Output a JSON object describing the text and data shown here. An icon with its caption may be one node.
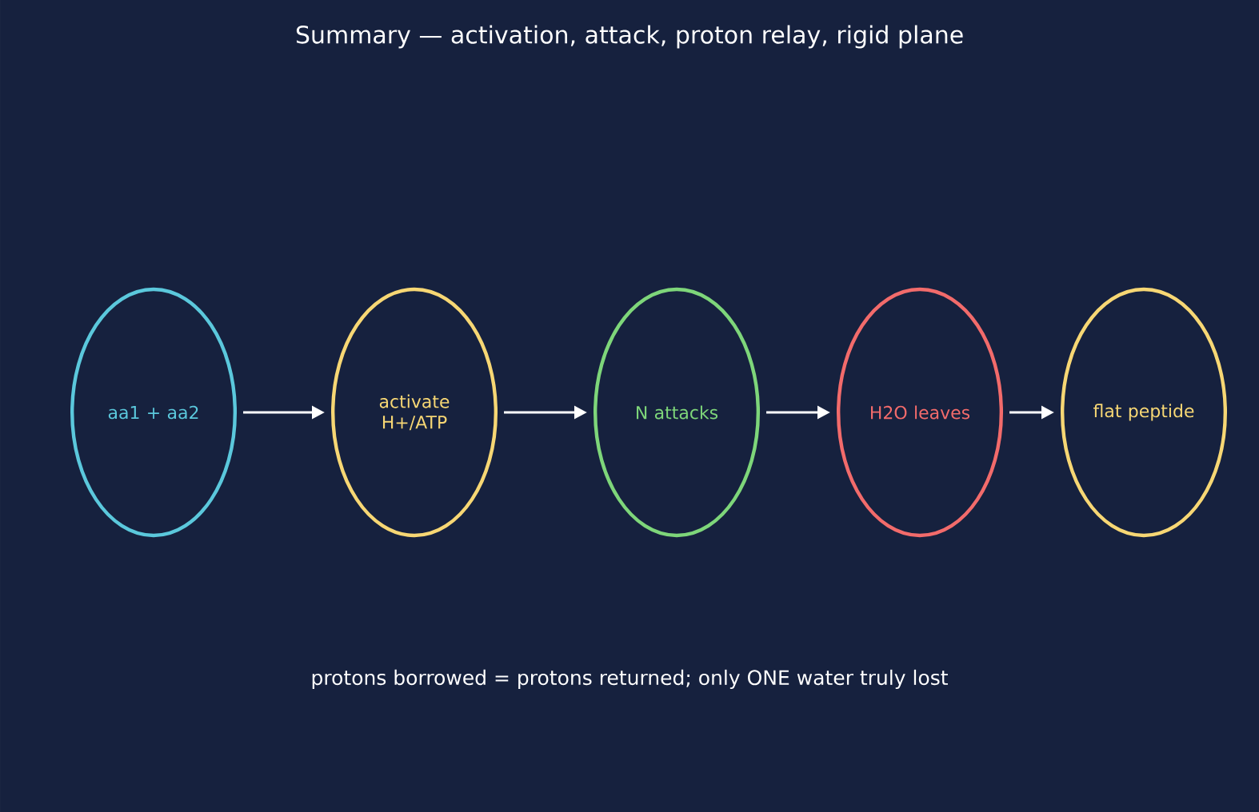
{
  "diagram": {
    "title": "Summary — activation, attack, proton relay, rigid plane",
    "nodes": [
      {
        "text": [
          "aa1 + aa2"
        ]
      },
      {
        "text": [
          "activate H+/ATP"
        ]
      },
      {
        "text": [
          "N attacks"
        ]
      },
      {
        "text": [
          "H2O leaves"
        ]
      },
      {
        "text": [
          "flat peptide"
        ]
      }
    ],
    "edges": [
      {
        "from": 0,
        "to": 1,
        "arrow": "to"
      },
      {
        "from": 1,
        "to": 2,
        "arrow": "to"
      },
      {
        "from": 2,
        "to": 3,
        "arrow": "to"
      },
      {
        "from": 3,
        "to": 4,
        "arrow": "to"
      }
    ],
    "labels": [
      "protons borrowed = protons returned; only ONE water truly lost"
    ]
  }
}
